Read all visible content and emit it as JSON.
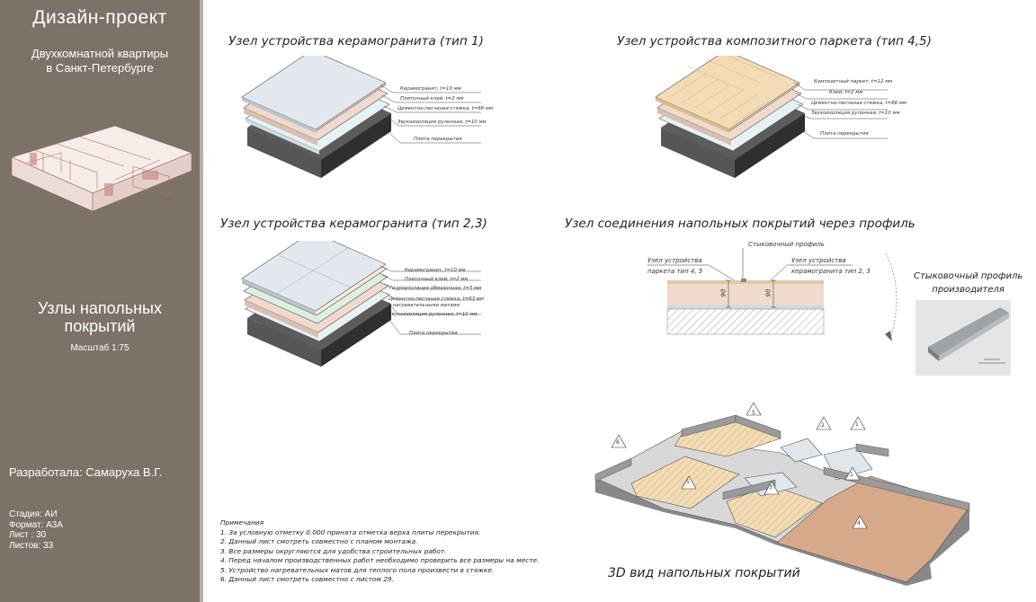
{
  "sidebar": {
    "title": "Дизайн-проект",
    "subtitle_line1": "Двухкомнатной квартиры",
    "subtitle_line2": "в Санкт-Петербурге",
    "section_line1": "Узлы напольных",
    "section_line2": "покрытий",
    "scale": "Масштаб 1:75",
    "author": "Разработала: Самаруха В.Г.",
    "meta": [
      "Стадия: АИ",
      "Формат: А3А",
      "Лист : 30",
      "Листов: 33"
    ]
  },
  "node1": {
    "title": "Узел устройства керамогранита (тип 1)",
    "layers": [
      "Керамогранит, t=10 мм",
      "Плиточный клей, t=2 мм",
      "Цементно-песчаная стяжка, t=68 мм",
      "Звукоизоляция рулонная, t=10 мм",
      "Плита перекрытия"
    ]
  },
  "node2": {
    "title": "Узел устройства композитного паркета (тип 4,5)",
    "layers": [
      "Композитный паркет, t=12 мм",
      "Клей, t=2 мм",
      "Цементно-песчаная стяжка, t=66 мм",
      "Звукоизоляция рулонная, t=10 мм",
      "Плита перекрытия"
    ]
  },
  "node3": {
    "title": "Узел устройства керамогранита (тип 2,3)",
    "layers": [
      "Керамогранит, t=10 мм",
      "Плиточный клей, t=2 мм",
      "Гидроизоляция обмазочная, t=5 мм",
      "Цементно-песчаная стяжка, t=63 мм",
      "с нагревательными матами",
      "Звукоизоляция рулонная, t=10 мм",
      "Плита перекрытия"
    ]
  },
  "joint": {
    "title": "Узел соединения напольных покрытий через профиль",
    "profile_label": "Стыковочный профиль",
    "left_label_1": "Узел устройства",
    "left_label_2": "паркета тип 4, 5",
    "right_label_1": "Узел устройства",
    "right_label_2": "керамогранита тип 2, 3",
    "dim_left": "90",
    "dim_right": "90",
    "photo_caption_1": "Стыковочный профиль",
    "photo_caption_2": "производителя"
  },
  "view3d": {
    "title": "3D вид напольных покрытий",
    "tags": [
      "1",
      "1",
      "2",
      "3",
      "4",
      "5",
      "5",
      "6"
    ]
  },
  "notes": {
    "heading": "Примечания",
    "items": [
      "1. За условную отметку 0.000 принята отметка верха плиты перекрытия.",
      "2. Данный лист смотреть совместно с планом монтажа.",
      "3. Все размеры округляются для удобства строительных работ.",
      "4. Перед началом производственных работ необходимо проверить все размеры на месте.",
      "5. Устройство нагревательных матов для теплого пола произвести в стяжке.",
      "6. Данный лист смотреть совместно с листом 29."
    ]
  },
  "colors": {
    "sidebar_bg": "#7d7268",
    "parquet": "#f3dcb5",
    "ceramic": "#e2e8ee",
    "adhesive": "#f5e9dc",
    "screed": "#f0d9cd",
    "insulation": "#e6f1f4",
    "slab": "#4a4a4a"
  }
}
